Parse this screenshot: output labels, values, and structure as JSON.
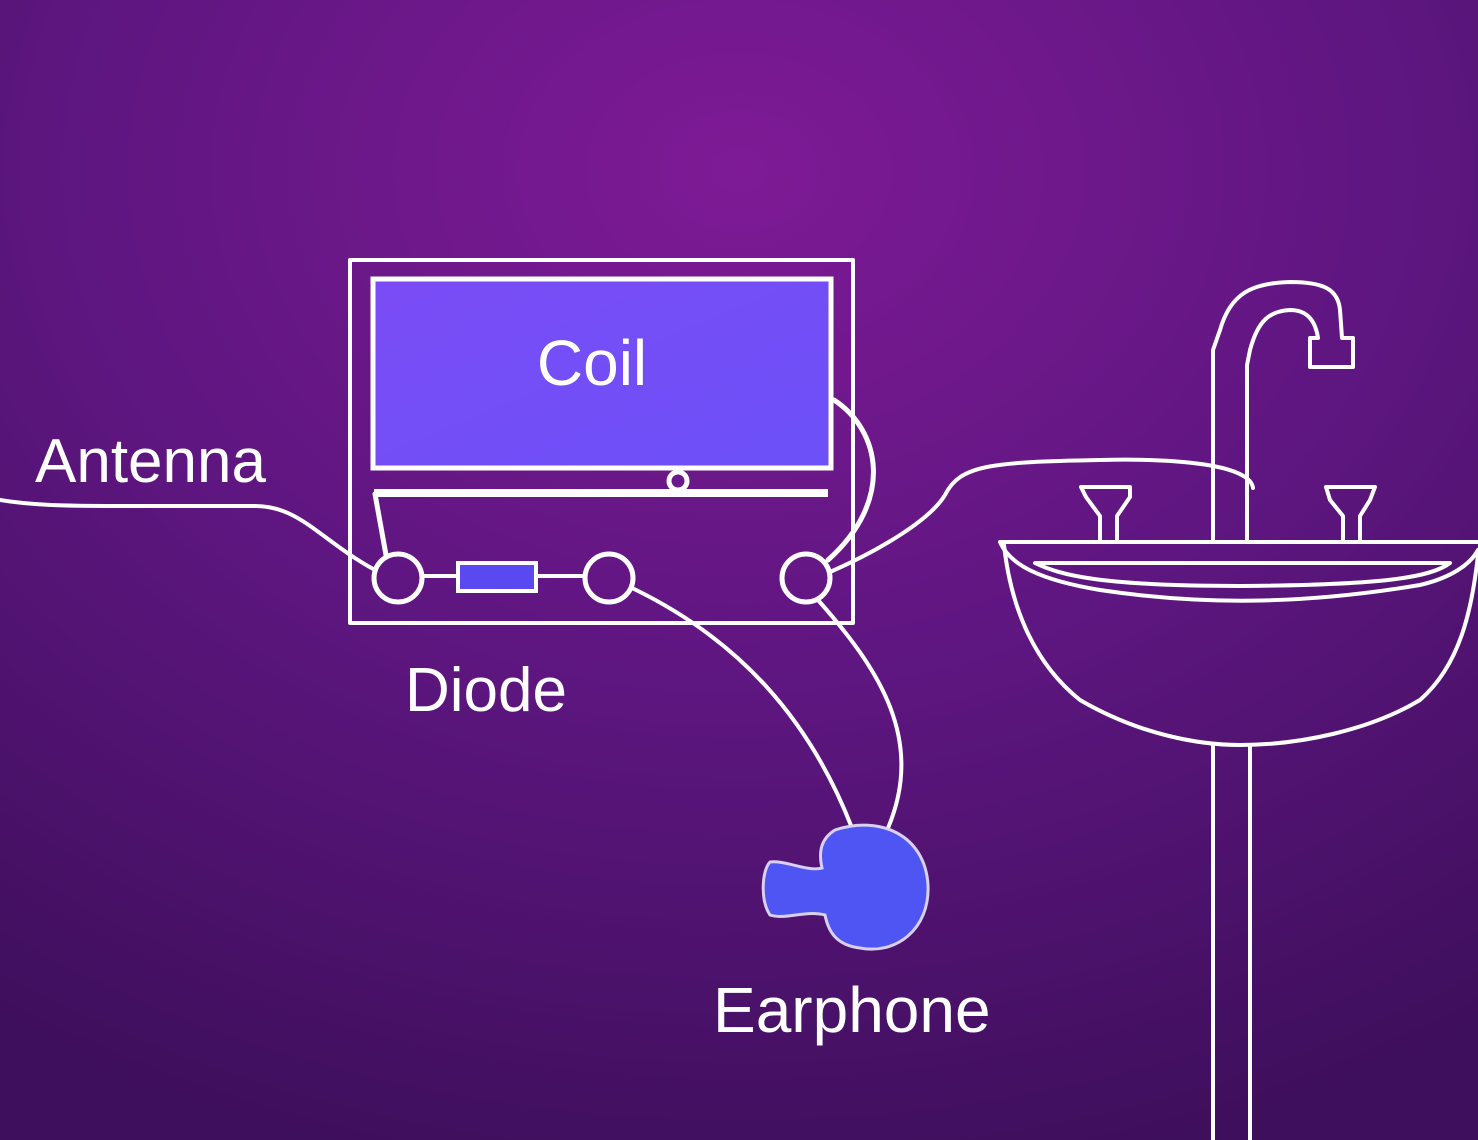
{
  "labels": {
    "antenna": "Antenna",
    "coil": "Coil",
    "diode": "Diode",
    "earphone": "Earphone"
  },
  "colors": {
    "background": "#5a1478",
    "coil_fill": "#7a52f5",
    "diode_fill": "#5a48f0",
    "earphone_fill": "#4e55f2",
    "line": "#ffffff"
  }
}
